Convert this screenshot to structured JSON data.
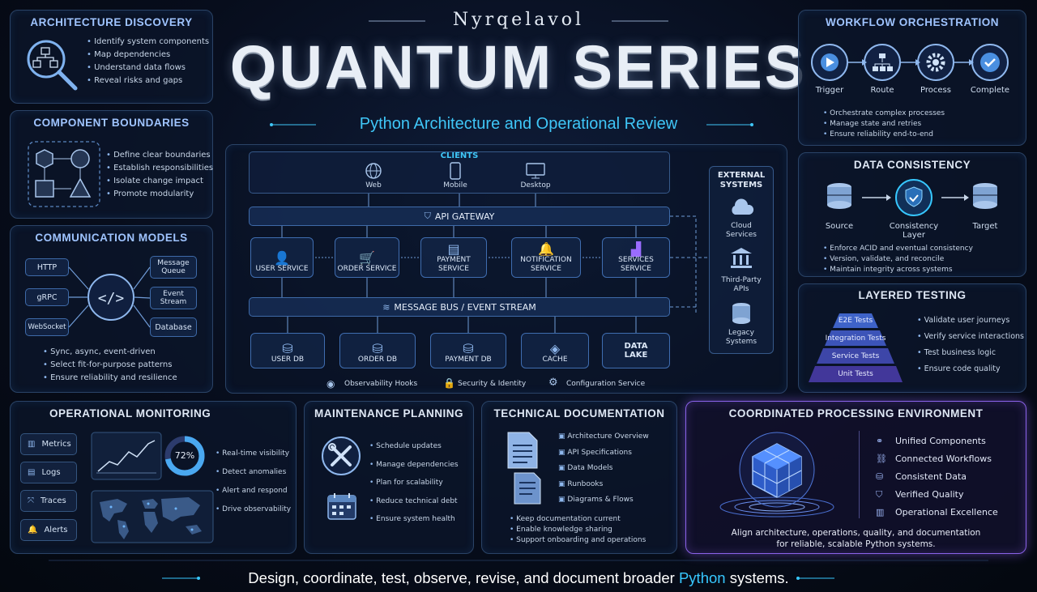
{
  "header": {
    "brand": "Nyrqelavol",
    "title": "QUANTUM SERIES",
    "subtitle": "Python Architecture and Operational Review"
  },
  "discovery": {
    "title": "ARCHITECTURE DISCOVERY",
    "items": [
      "Identify system components",
      "Map dependencies",
      "Understand data flows",
      "Reveal risks and gaps"
    ]
  },
  "boundaries": {
    "title": "COMPONENT BOUNDARIES",
    "items": [
      "Define clear boundaries",
      "Establish responsibilities",
      "Isolate change impact",
      "Promote modularity"
    ]
  },
  "comm": {
    "title": "COMMUNICATION MODELS",
    "left": [
      "HTTP",
      "gRPC",
      "WebSocket"
    ],
    "right": [
      "Message Queue",
      "Event Stream",
      "Database"
    ],
    "items": [
      "Sync, async, event-driven",
      "Select fit-for-purpose patterns",
      "Ensure reliability and resilience"
    ]
  },
  "center": {
    "clients_title": "CLIENTS",
    "clients": [
      "Web",
      "Mobile",
      "Desktop"
    ],
    "gateway": "API GATEWAY",
    "services": [
      "USER SERVICE",
      "ORDER SERVICE",
      "PAYMENT SERVICE",
      "NOTIFICATION SERVICE",
      "SERVICES SERVICE"
    ],
    "bus": "MESSAGE BUS / EVENT STREAM",
    "dbs": [
      "USER DB",
      "ORDER DB",
      "PAYMENT DB",
      "CACHE",
      "DATA LAKE"
    ],
    "external_title": "EXTERNAL SYSTEMS",
    "external": [
      "Cloud Services",
      "Third-Party APIs",
      "Legacy Systems"
    ],
    "footer": [
      "Observability Hooks",
      "Security & Identity",
      "Configuration Service"
    ]
  },
  "workflow": {
    "title": "WORKFLOW ORCHESTRATION",
    "steps": [
      "Trigger",
      "Route",
      "Process",
      "Complete"
    ],
    "items": [
      "Orchestrate complex processes",
      "Manage state and retries",
      "Ensure reliability end-to-end"
    ]
  },
  "consistency": {
    "title": "DATA CONSISTENCY",
    "nodes": [
      "Source",
      "Consistency Layer",
      "Target"
    ],
    "items": [
      "Enforce ACID and eventual consistency",
      "Version, validate, and reconcile",
      "Maintain integrity across systems"
    ]
  },
  "testing": {
    "title": "LAYERED TESTING",
    "layers": [
      "E2E Tests",
      "Integration Tests",
      "Service Tests",
      "Unit Tests"
    ],
    "items": [
      "Validate user journeys",
      "Verify service interactions",
      "Test business logic",
      "Ensure code quality"
    ]
  },
  "monitoring": {
    "title": "OPERATIONAL MONITORING",
    "tabs": [
      "Metrics",
      "Logs",
      "Traces",
      "Alerts"
    ],
    "gauge": "72%",
    "gauge_value": 0.72,
    "items": [
      "Real-time visibility",
      "Detect anomalies",
      "Alert and respond",
      "Drive observability"
    ]
  },
  "maintenance": {
    "title": "MAINTENANCE PLANNING",
    "items": [
      "Schedule updates",
      "Manage dependencies",
      "Plan for scalability",
      "Reduce technical debt",
      "Ensure system health"
    ]
  },
  "docs": {
    "title": "TECHNICAL DOCUMENTATION",
    "items": [
      "Architecture Overview",
      "API Specifications",
      "Data Models",
      "Runbooks",
      "Diagrams & Flows"
    ],
    "bottom": [
      "Keep documentation current",
      "Enable knowledge sharing",
      "Support onboarding and operations"
    ]
  },
  "env": {
    "title": "COORDINATED PROCESSING ENVIRONMENT",
    "items": [
      "Unified Components",
      "Connected Workflows",
      "Consistent Data",
      "Verified Quality",
      "Operational Excellence"
    ],
    "caption1": "Align architecture, operations, quality, and documentation",
    "caption2": "for reliable, scalable Python systems."
  },
  "tagline": {
    "pre": "Design, coordinate, test, observe, revise, and document broader ",
    "highlight": "Python",
    "post": " systems."
  },
  "colors": {
    "accent": "#37c8ff",
    "panel_border": "#2a4366",
    "purple": "#9a6cff"
  }
}
